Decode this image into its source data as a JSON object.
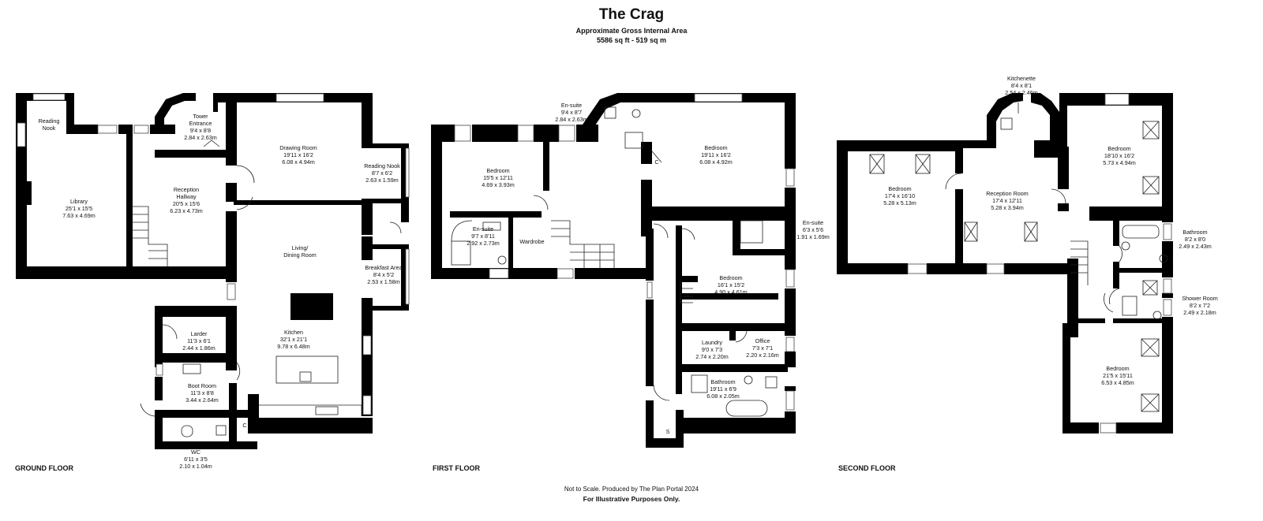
{
  "title": "The Crag",
  "subtitle": "Approximate Gross Internal Area",
  "area": "5586 sq ft - 519 sq m",
  "footer": {
    "line1": "Not to Scale. Produced by The Plan Portal 2024",
    "line2": "For Illustrative Purposes Only."
  },
  "floors": {
    "ground": "GROUND FLOOR",
    "first": "FIRST FLOOR",
    "second": "SECOND FLOOR"
  },
  "rooms": {
    "g_reading_nook": {
      "l1": "Reading",
      "l2": "Nook"
    },
    "g_tower": {
      "l1": "Tower",
      "l2": "Entrance",
      "l3": "9'4 x 8'8",
      "l4": "2.84 x 2.63m"
    },
    "g_drawing": {
      "l1": "Drawing Room",
      "l2": "19'11 x 16'2",
      "l3": "6.08 x 4.94m"
    },
    "g_reading_nook2": {
      "l1": "Reading Nook",
      "l2": "8'7 x 6'2",
      "l3": "2.63 x 1.59m"
    },
    "g_library": {
      "l1": "Library",
      "l2": "25'1 x 15'5",
      "l3": "7.63 x 4.69m"
    },
    "g_reception": {
      "l1": "Reception",
      "l2": "Hallway",
      "l3": "20'5 x 15'6",
      "l4": "6.23 x 4.73m"
    },
    "g_living": {
      "l1": "Living/",
      "l2": "Dining Room"
    },
    "g_breakfast": {
      "l1": "Breakfast Area",
      "l2": "8'4 x 5'2",
      "l3": "2.53 x 1.58m"
    },
    "g_larder": {
      "l1": "Larder",
      "l2": "11'3 x 6'1",
      "l3": "2.44 x 1.86m"
    },
    "g_kitchen": {
      "l1": "Kitchen",
      "l2": "32'1 x 21'1",
      "l3": "9.78 x 6.48m"
    },
    "g_boot": {
      "l1": "Boot Room",
      "l2": "11'3 x 8'8",
      "l3": "3.44 x 2.64m"
    },
    "g_wc": {
      "l1": "WC",
      "l2": "6'11 x 3'5",
      "l3": "2.10 x 1.04m"
    },
    "g_c": {
      "l1": "C"
    },
    "f_ensuite_top": {
      "l1": "En-suite",
      "l2": "9'4 x 8'7",
      "l3": "2.84 x 2.63m"
    },
    "f_bed1": {
      "l1": "Bedroom",
      "l2": "15'5 x 12'11",
      "l3": "4.69 x 3.93m"
    },
    "f_ensuite_left": {
      "l1": "En-suite",
      "l2": "9'7 x 8'11",
      "l3": "2.92 x 2.73m"
    },
    "f_wardrobe": {
      "l1": "Wardrobe"
    },
    "f_bed2": {
      "l1": "Bedroom",
      "l2": "19'11 x 16'2",
      "l3": "6.08 x 4.92m"
    },
    "f_c": {
      "l1": "C"
    },
    "f_ensuite_right": {
      "l1": "En-suite",
      "l2": "6'3 x 5'6",
      "l3": "1.91 x 1.69m"
    },
    "f_bed3": {
      "l1": "Bedroom",
      "l2": "16'1 x 15'2",
      "l3": "4.90 x 4.61m"
    },
    "f_laundry": {
      "l1": "Laundry",
      "l2": "9'0 x 7'3",
      "l3": "2.74 x 2.20m"
    },
    "f_office": {
      "l1": "Office",
      "l2": "7'3 x 7'1",
      "l3": "2.20 x 2.16m"
    },
    "f_bathroom": {
      "l1": "Bathroom",
      "l2": "19'11 x 6'9",
      "l3": "6.08 x 2.05m"
    },
    "f_s": {
      "l1": "S"
    },
    "s_kitchenette": {
      "l1": "Kitchenette",
      "l2": "8'4 x 8'1",
      "l3": "2.54 x 2.46m"
    },
    "s_bed1": {
      "l1": "Bedroom",
      "l2": "17'4 x 16'10",
      "l3": "5.28 x 5.13m"
    },
    "s_reception": {
      "l1": "Reception Room",
      "l2": "17'4 x 12'11",
      "l3": "5.28 x 3.94m"
    },
    "s_bed2": {
      "l1": "Bedroom",
      "l2": "18'10 x 16'2",
      "l3": "5.73 x 4.94m"
    },
    "s_bathroom": {
      "l1": "Bathroom",
      "l2": "8'2 x 8'0",
      "l3": "2.49 x 2.43m"
    },
    "s_shower": {
      "l1": "Shower Room",
      "l2": "8'2 x 7'2",
      "l3": "2.49 x 2.18m"
    },
    "s_bed3": {
      "l1": "Bedroom",
      "l2": "21'5 x 15'11",
      "l3": "6.53 x 4.85m"
    }
  }
}
